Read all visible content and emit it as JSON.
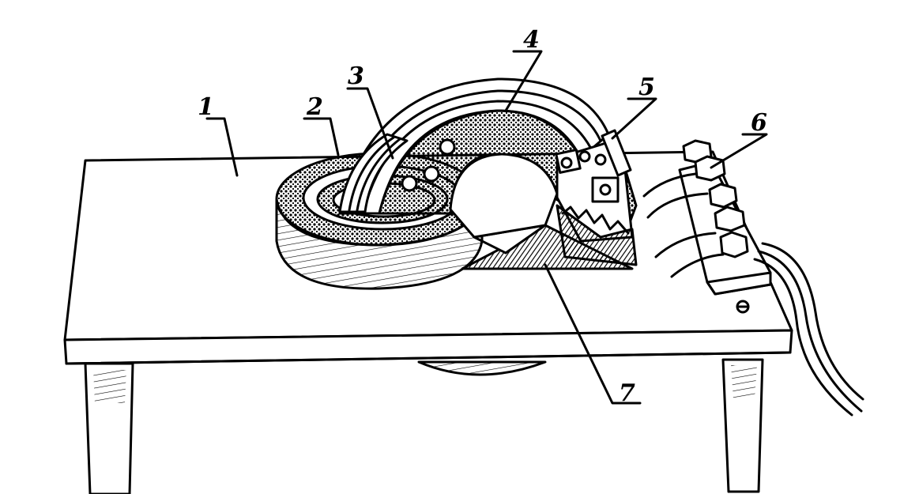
{
  "figure": {
    "callouts": [
      {
        "id": "1",
        "label": "1"
      },
      {
        "id": "2",
        "label": "2"
      },
      {
        "id": "3",
        "label": "3"
      },
      {
        "id": "4",
        "label": "4"
      },
      {
        "id": "5",
        "label": "5"
      },
      {
        "id": "6",
        "label": "6"
      },
      {
        "id": "7",
        "label": "7"
      }
    ],
    "colors": {
      "ink": "#000000",
      "paper": "#ffffff",
      "hatch": "#000000"
    }
  }
}
